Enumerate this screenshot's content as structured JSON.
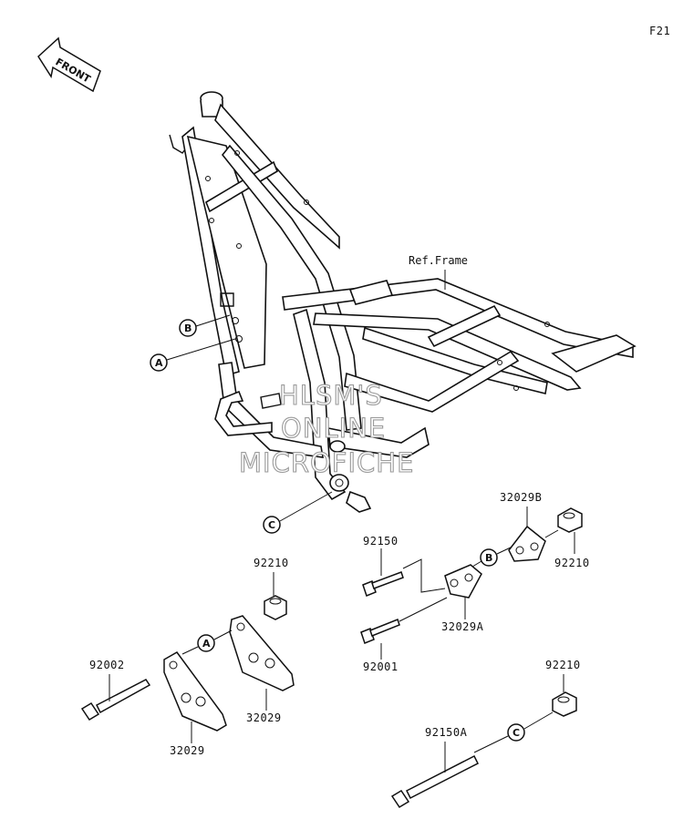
{
  "page_code": "F21",
  "front_arrow_label": "FRONT",
  "ref_frame_label": "Ref.Frame",
  "callouts": {
    "a": "A",
    "b": "B",
    "c": "C"
  },
  "part_numbers": {
    "p92002": "92002",
    "p32029_lower": "32029",
    "p32029_upper": "32029",
    "p92210_left": "92210",
    "p92150": "92150",
    "p92001": "92001",
    "p32029A": "32029A",
    "p32029B": "32029B",
    "p92210_right": "92210",
    "p92210_lower": "92210",
    "p92150A": "92150A"
  },
  "watermark": {
    "line1": "HLSM'S",
    "line2": "ONLINE",
    "line3": "MICROFICHE"
  },
  "colors": {
    "ink": "#111111",
    "watermark_stroke": "#9a9a9a",
    "background": "#ffffff"
  }
}
